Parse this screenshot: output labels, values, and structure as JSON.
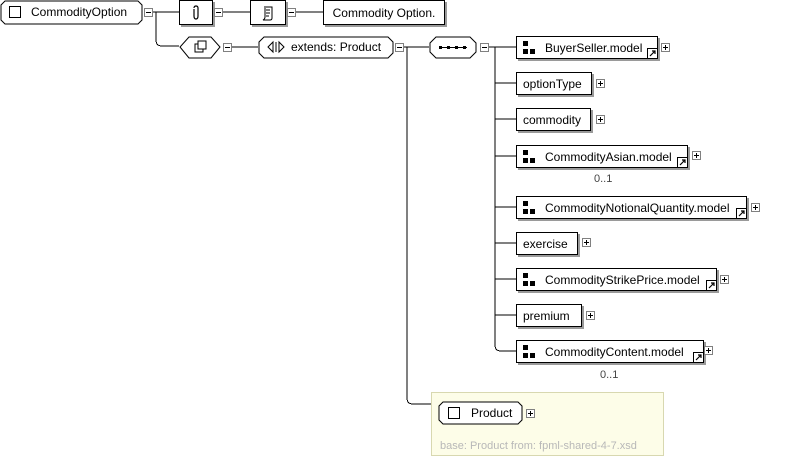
{
  "root": {
    "name": "CommodityOption"
  },
  "annotation": {
    "documentation": "Commodity Option."
  },
  "complex_type": {
    "extends_label": "extends: Product"
  },
  "sequence": {
    "children": [
      {
        "label": "BuyerSeller.model",
        "kind": "group-ref",
        "occurs": ""
      },
      {
        "label": "optionType",
        "kind": "element",
        "occurs": ""
      },
      {
        "label": "commodity",
        "kind": "element",
        "occurs": ""
      },
      {
        "label": "CommodityAsian.model",
        "kind": "group-ref",
        "occurs": "0..1"
      },
      {
        "label": "CommodityNotionalQuantity.model",
        "kind": "group-ref",
        "occurs": ""
      },
      {
        "label": "exercise",
        "kind": "element",
        "occurs": ""
      },
      {
        "label": "CommodityStrikePrice.model",
        "kind": "group-ref",
        "occurs": ""
      },
      {
        "label": "premium",
        "kind": "element",
        "occurs": ""
      },
      {
        "label": "CommodityContent.model",
        "kind": "group-ref",
        "occurs": "0..1"
      }
    ]
  },
  "base_type": {
    "name": "Product",
    "base_text": "base: Product from: fpml-shared-4-7.xsd"
  },
  "colors": {
    "base_panel_bg": "#fdfde8",
    "shadow": "#9a9a9a",
    "base_text": "#b8b8b8"
  }
}
